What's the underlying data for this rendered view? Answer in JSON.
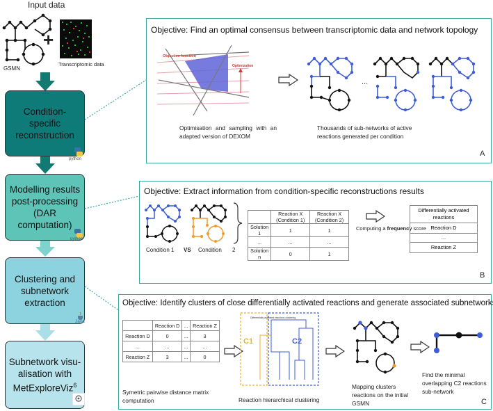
{
  "left": {
    "input_label": "Input data",
    "gsmn_label": "GSMN",
    "plus": "+",
    "transcriptomic_label": "Transcriptomic data",
    "steps": [
      {
        "label": "Condition-specific reconstruction",
        "tool": "python"
      },
      {
        "label": "Modelling results post-processing (DAR computation)",
        "tool": "python"
      },
      {
        "label": "Clustering and subnetwork extraction",
        "tool": "Java"
      },
      {
        "label": "Subnetwork visu-alisation with MetExploreViz",
        "sup": "6",
        "tool": "METEXPLOREVIZ"
      }
    ]
  },
  "panel_a": {
    "objective": "Objective: Find an optimal consensus between transcriptomic data and network topology",
    "objective_function_label": "Objective function",
    "optimization_label": "Optimization",
    "caption_left": "Optimisation and sampling with an adapted version of DEXOM",
    "caption_right": "Thousands of sub-networks of active reactions generated per condition",
    "ellipsis": "...",
    "letter": "A"
  },
  "panel_b": {
    "objective": "Objective: Extract information from condition-specific reconstructions results",
    "condition1": "Condition 1",
    "vs": "VS",
    "condition2": "Condition",
    "condition2_num": "2",
    "table_headers": [
      "",
      "Reaction X (Condition 1)",
      "Reaction X (Condition 2)"
    ],
    "table_rows": [
      [
        "Solution 1",
        "1",
        "1"
      ],
      [
        "...",
        "...",
        "..."
      ],
      [
        "Solution n",
        "0",
        "1"
      ]
    ],
    "computing_prefix": "Computing a ",
    "computing_bold": "frequency",
    "computing_suffix": " score",
    "result_list": [
      "Differentially activated reactions",
      "Reaction D",
      "...",
      "Reaction Z"
    ],
    "letter": "B"
  },
  "panel_c": {
    "objective": "Objective: Identify clusters of close differentially activated reactions and generate associated subnetworks",
    "matrix_headers": [
      "",
      "Reaction D",
      "...",
      "Reaction Z"
    ],
    "matrix_rows": [
      [
        "Reaction D",
        "0",
        "...",
        "3"
      ],
      [
        "...",
        "...",
        "...",
        "..."
      ],
      [
        "Reaction Z",
        "3",
        "...",
        "0"
      ]
    ],
    "caption_matrix": "Symetric pairwise distance matrix computation",
    "dendro_title": "Differentially activated reactions clustering",
    "c1": "C1",
    "c2": "C2",
    "caption_dendro": "Reaction hierarchical clustering",
    "caption_mapping": "Mapping clusters reactions on the initial GSMN",
    "caption_final": "Find the minimal overlapping C2 reactions sub-network",
    "letter": "C"
  },
  "colors": {
    "teal_dark": "#0f7b79",
    "teal_mid": "#5fc4b8",
    "teal_light": "#a9dfe6",
    "panel_border": "#3aa7a0",
    "blue": "#3f5bd8",
    "orange": "#ef9a2a",
    "arrow_dark": "#137a72",
    "arrow_light": "#7fd3cc"
  }
}
